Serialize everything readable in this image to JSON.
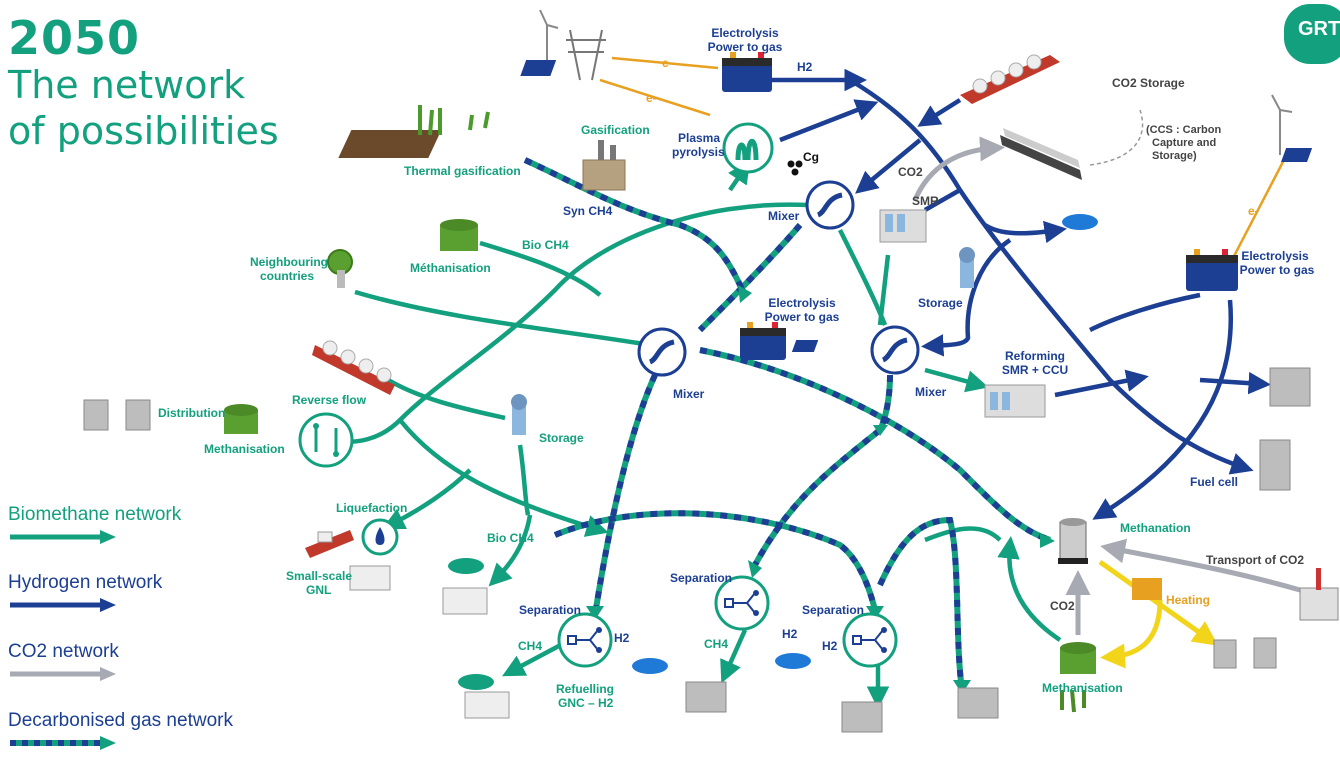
{
  "header": {
    "year": "2050",
    "title_line1": "The network",
    "title_line2": "of possibilities",
    "logo_text": "GRT"
  },
  "legend": {
    "biomethane": "Biomethane network",
    "hydrogen": "Hydrogen network",
    "co2": "CO2 network",
    "decarbonised": "Decarbonised gas network"
  },
  "labels": {
    "electrolysis_top_1": "Electrolysis",
    "electrolysis_top_2": "Power to gas",
    "h2": "H2",
    "e_minus": "e-",
    "co2_storage": "CO2 Storage",
    "ccs_1": "(CCS : Carbon",
    "ccs_2": "Capture and",
    "ccs_3": "Storage)",
    "gasification": "Gasification",
    "plasma_1": "Plasma",
    "plasma_2": "pyrolysis",
    "cg": "Cg",
    "thermal_gasification": "Thermal gasification",
    "syn_ch4": "Syn CH4",
    "co2": "CO2",
    "smr": "SMR",
    "mixer": "Mixer",
    "methanisation": "Méthanisation",
    "bio_ch4": "Bio CH4",
    "neighbouring_1": "Neighbouring",
    "neighbouring_2": "countries",
    "electrolysis_mid_1": "Electrolysis",
    "electrolysis_mid_2": "Power to gas",
    "storage": "Storage",
    "electrolysis_right_1": "Electrolysis",
    "electrolysis_right_2": "Power to gas",
    "reforming_1": "Reforming",
    "reforming_2": "SMR + CCU",
    "distribution": "Distribution",
    "methanisation_left": "Methanisation",
    "reverse_flow": "Reverse flow",
    "fuel_cell": "Fuel cell",
    "liquefaction": "Liquefaction",
    "small_scale_1": "Small-scale",
    "small_scale_2": "GNL",
    "methanation": "Methanation",
    "transport_co2": "Transport of CO2",
    "heating": "Heating",
    "separation": "Separation",
    "ch4": "CH4",
    "refuelling_1": "Refuelling",
    "refuelling_2": "GNC – H2",
    "methanisation_bottom": "Methanisation"
  },
  "colors": {
    "green": "#13a07e",
    "navy": "#1c3f94",
    "grey": "#a7aab3",
    "orange": "#e8a020",
    "yellow": "#f2d51a"
  }
}
